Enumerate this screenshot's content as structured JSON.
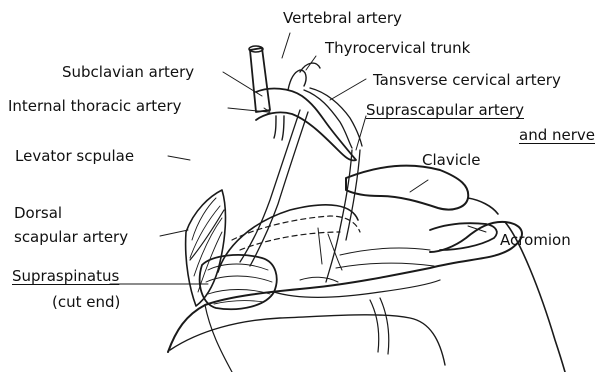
{
  "labels": {
    "vertebral_artery": "Vertebral artery",
    "thyrocervical_trunk": "Thyrocervical trunk",
    "subclavian_artery": "Subclavian artery",
    "transverse_cervical_artery": "Tansverse cervical artery",
    "internal_thoracic_artery": "Internal thoracic artery",
    "suprascapular_line1": "Suprascapular artery",
    "suprascapular_line2": "and nerve",
    "levator_scapulae": "Levator scpulae",
    "clavicle": "Clavicle",
    "dorsal_line1": "Dorsal",
    "dorsal_line2": "scapular artery",
    "acromion": "Acromion",
    "supraspinatus_line1": "Supraspinatus",
    "supraspinatus_line2": "(cut end)"
  },
  "colors": {
    "ink": "#1a1a1a",
    "paper": "#ffffff"
  }
}
